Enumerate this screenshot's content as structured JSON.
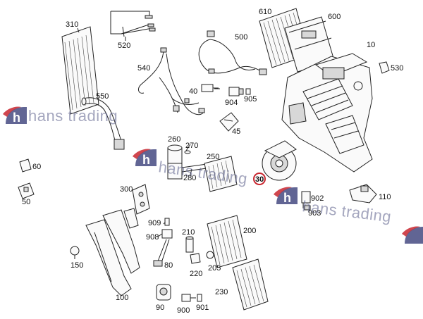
{
  "parts": {
    "p10": "10",
    "p30": "30",
    "p40": "40",
    "p45": "45",
    "p50": "50",
    "p60": "60",
    "p80": "80",
    "p90": "90",
    "p100": "100",
    "p110": "110",
    "p150": "150",
    "p200": "200",
    "p205": "205",
    "p210": "210",
    "p220": "220",
    "p230": "230",
    "p260": "260",
    "p270": "270",
    "p280": "280",
    "p300": "300",
    "p310": "310",
    "p500": "500",
    "p520": "520",
    "p530": "530",
    "p540": "540",
    "p550": "550",
    "p600": "600",
    "p610": "610",
    "p900": "900",
    "p901": "901",
    "p902": "902",
    "p903": "903",
    "p904": "904",
    "p905": "905",
    "p908": "908",
    "p909": "909"
  },
  "watermark": {
    "text1": "hans trading",
    "text2": "hans trading",
    "text3": "hans trading"
  },
  "colors": {
    "highlight": "#c8262f",
    "watermark_text": "#5a5e8a",
    "watermark_logo": "#2c3170"
  }
}
